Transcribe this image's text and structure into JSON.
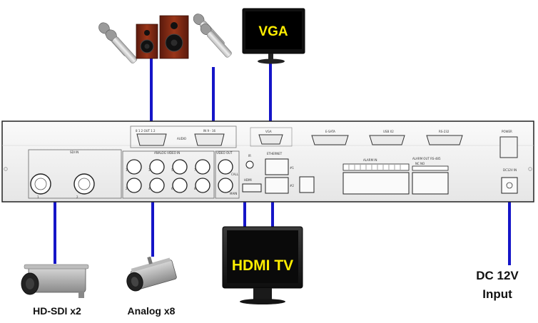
{
  "colors": {
    "connector_line": "#1515c8",
    "panel_fill": "#f4f4f4",
    "panel_stroke": "#222222",
    "screen_text": "#ffee00",
    "screen_bg": "#1a1a1a",
    "speaker_wood": "#8a2a16"
  },
  "panel": {
    "audio_out_label": "8 1 2 OUT 1 2",
    "audio_label": "AUDIO",
    "audio_in_label": "IN 9 - 16",
    "vga_label": "VGA",
    "esata_label": "E-SATA",
    "usb_label": "USB X2",
    "rs232_label": "RS-232",
    "power_label": "POWER",
    "sdi_in_label": "SDI IN",
    "sdi_port_labels": [
      "1",
      "2"
    ],
    "analog_video_in_label": "ANALOG VIDEO IN",
    "analog_port_labels": [
      "1",
      "2",
      "3",
      "4",
      "5",
      "6",
      "7",
      "8"
    ],
    "video_out_label": "VIDEO OUT",
    "video_out_ports": [
      "CALL",
      "MAIN"
    ],
    "ir_label": "IR",
    "hdmi_label": "HDMI",
    "ethernet_label": "ETHERNET",
    "ethernet_ports": [
      "#1",
      "#2"
    ],
    "alarm_in_label": "ALARM IN",
    "alarm_out_label": "ALARM OUT RS-485",
    "alarm_out_sub": "NC NO",
    "dc12v_label": "DC12V IN"
  },
  "devices": {
    "vga_monitor": "VGA",
    "hdmi_tv": "HDMI TV",
    "hd_sdi": "HD-SDI x2",
    "analog": "Analog x8",
    "dc_line1": "DC 12V",
    "dc_line2": "Input"
  }
}
